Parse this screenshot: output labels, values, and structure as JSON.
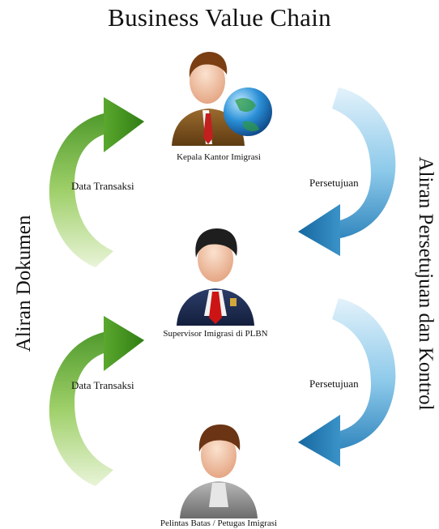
{
  "title": "Business Value Chain",
  "left_vertical_label": "Aliran Dokumen",
  "right_vertical_label": "Aliran Persetujuan dan Kontrol",
  "flows": {
    "left_top": "Data Transaksi",
    "left_bottom": "Data Transaksi",
    "right_top": "Persetujuan",
    "right_bottom": "Persetujuan"
  },
  "roles": {
    "top": "Kepala Kantor Imigrasi",
    "middle": "Supervisor Imigrasi di PLBN",
    "bottom": "Pelintas Batas / Petugas Imigrasi"
  },
  "icons": {
    "top": "executive-with-globe-icon",
    "middle": "supervisor-person-icon",
    "bottom": "traveler-person-icon",
    "arrows_left": "green-curved-up-arrow-icon",
    "arrows_right": "blue-curved-down-arrow-icon"
  },
  "colors": {
    "green_arrow": "#4f9a2a",
    "blue_arrow": "#1f7fb8"
  }
}
